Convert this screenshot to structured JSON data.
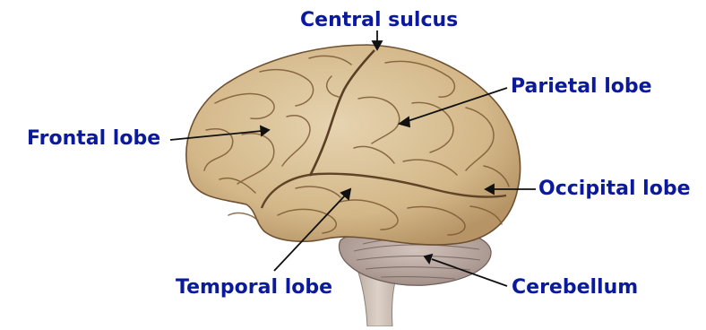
{
  "colors": {
    "label": "#0b1a9c",
    "pointer": "#111111",
    "cortex": "#d7bd93",
    "cortex_shadow": "#8a6a45",
    "cerebellum": "#b9a6a0",
    "stem": "#c9bdb3",
    "background": "#ffffff"
  },
  "diagram": {
    "labels": {
      "central_sulcus": "Central sulcus",
      "parietal_lobe": "Parietal lobe",
      "frontal_lobe": "Frontal lobe",
      "occipital_lobe": "Occipital lobe",
      "temporal_lobe": "Temporal lobe",
      "cerebellum": "Cerebellum"
    }
  }
}
